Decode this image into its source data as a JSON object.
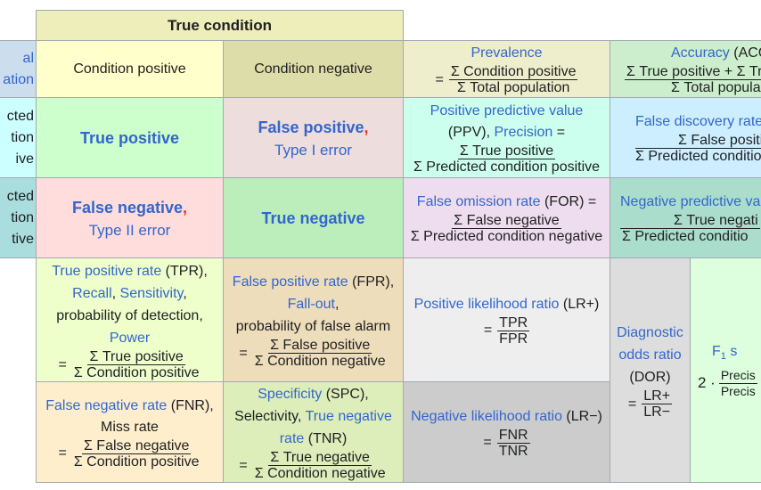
{
  "header": {
    "true_condition": "True condition"
  },
  "left_labels": {
    "total_population": [
      "al",
      "ation"
    ],
    "pred_positive": [
      "cted",
      "tion",
      "ive"
    ],
    "pred_negative": [
      "cted",
      "tion",
      "tive"
    ]
  },
  "cols": {
    "condition_positive": "Condition positive",
    "condition_negative": "Condition negative"
  },
  "prevalence": {
    "title": "Prevalence",
    "num": "Σ Condition positive",
    "den": "Σ Total population"
  },
  "accuracy": {
    "title": "Accuracy",
    "abbr": " (ACC",
    "num": "Σ True positive + Σ Tr",
    "den": "Σ Total popula"
  },
  "tp": {
    "label": "True positive"
  },
  "fp": {
    "label": "False positive",
    "comma": ",",
    "sub": "Type I error"
  },
  "fn": {
    "label": "False negative",
    "comma": ",",
    "sub": "Type II error"
  },
  "tn": {
    "label": "True negative"
  },
  "ppv": {
    "title": "Positive predictive value",
    "abbr": "(PPV), ",
    "alt": "Precision",
    "eq_suffix": " =",
    "num": "Σ True positive",
    "den": "Σ Predicted condition positive"
  },
  "fdr": {
    "title": "False discovery rate",
    "num": "Σ False positi",
    "den": "Σ Predicted conditio"
  },
  "for": {
    "title": "False omission rate",
    "abbr": " (FOR) =",
    "num": "Σ False negative",
    "den": "Σ Predicted condition negative"
  },
  "npv": {
    "title": "Negative predictive va",
    "num": "Σ True negati",
    "den": "Σ Predicted conditio"
  },
  "tpr": {
    "title": "True positive rate",
    "abbr": " (TPR),",
    "recall": "Recall",
    "sens": "Sensitivity",
    "comma1": ", ",
    "comma2": ",",
    "prob": "probability of detection,",
    "power": "Power",
    "num": "Σ True positive",
    "den": "Σ Condition positive"
  },
  "fpr": {
    "title": "False positive rate",
    "abbr": " (FPR),",
    "fallout": "Fall-out",
    "comma": ",",
    "prob": "probability of false alarm",
    "num": "Σ False positive",
    "den": "Σ Condition negative"
  },
  "lrp": {
    "title": "Positive likelihood ratio",
    "abbr": " (LR+)",
    "num": "TPR",
    "den": "FPR"
  },
  "dor": {
    "title1": "Diagnostic",
    "title2": "odds ratio",
    "abbr": "(DOR)",
    "num": "LR+",
    "den": "LR−"
  },
  "f1": {
    "title": "F",
    "sub": "1",
    "title_tail": " s",
    "prefix": "2 ·",
    "num": "Precis",
    "den": "Precis"
  },
  "fnr": {
    "title": "False negative rate",
    "abbr": " (FNR),",
    "miss": "Miss rate",
    "num": "Σ False negative",
    "den": "Σ Condition positive"
  },
  "spc": {
    "title": "Specificity",
    "abbr": " (SPC),",
    "sel": "Selectivity, ",
    "tnr": "True negative",
    "rate": "rate",
    "tnr_abbr": " (TNR)",
    "num": "Σ True negative",
    "den": "Σ Condition negative"
  },
  "lrn": {
    "title": "Negative likelihood ratio",
    "abbr": " (LR−)",
    "num": "FNR",
    "den": "TNR"
  },
  "eq": "=",
  "colors": {
    "true_condition": "#eeeebb",
    "cond_pos": "#ffffcc",
    "cond_neg": "#ddddaa",
    "left_blue": "#ccddee",
    "left_cyan": "#ccffff",
    "left_teal": "#aadddd",
    "tp": "#ccffcc",
    "fp": "#eedddd",
    "fn": "#ffdddd",
    "tn": "#bbeebb",
    "prevalence": "#eeeecc",
    "accuracy": "#cceecc",
    "ppv": "#ccffee",
    "fdr": "#cceeff",
    "for": "#eeddee",
    "npv": "#aaddcc",
    "tpr": "#eeffcc",
    "fpr": "#eeddbb",
    "lrp": "#eeeeee",
    "dor": "#dddddd",
    "f1": "#ddffdd",
    "fnr": "#ffeecc",
    "spc": "#ddeebb",
    "lrn": "#cccccc",
    "link": "#3366cc",
    "accent_red": "#dd3333"
  }
}
